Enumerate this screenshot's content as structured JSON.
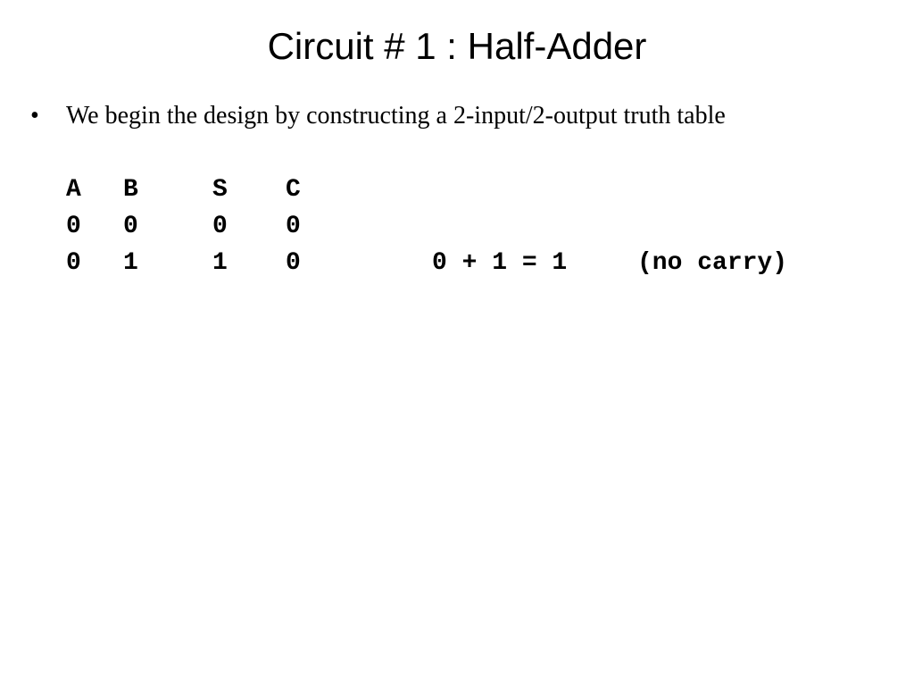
{
  "slide": {
    "title": "Circuit # 1 : Half-Adder",
    "bullet_symbol": "•",
    "bullet_text": "We begin the design by constructing a 2-input/2-output truth table"
  },
  "truth_table": {
    "headers": [
      "A",
      "B",
      "S",
      "C"
    ],
    "rows": [
      {
        "a": "0",
        "b": "0",
        "s": "0",
        "c": "0",
        "equation": "",
        "note": ""
      },
      {
        "a": "0",
        "b": "1",
        "s": "1",
        "c": "0",
        "equation": "0 + 1 = 1",
        "note": "(no carry)"
      }
    ]
  }
}
